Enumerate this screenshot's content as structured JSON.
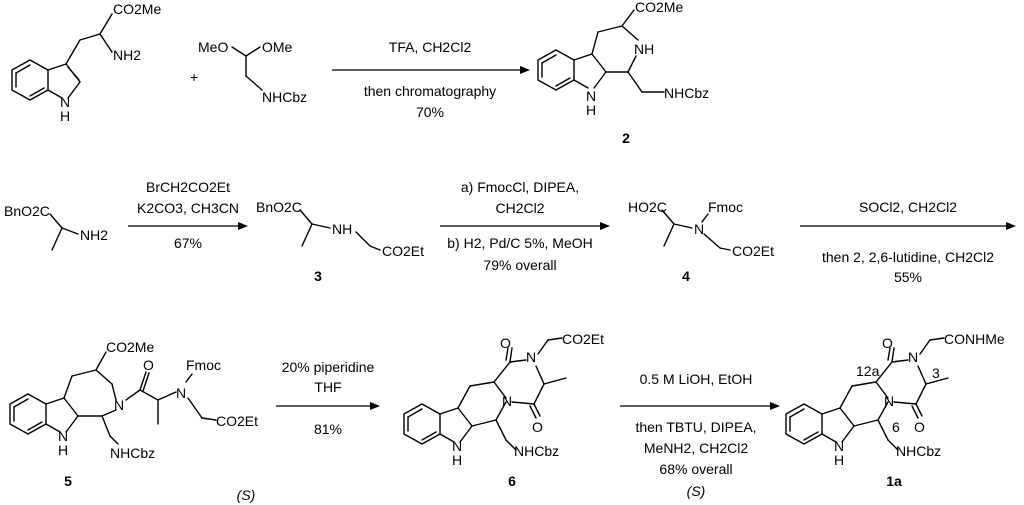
{
  "reagent_lines": {
    "r1a": "TFA, CH2Cl2",
    "r1b": "then chromatography",
    "r1c": "70%",
    "r2a": "BrCH2CO2Et",
    "r2b": "K2CO3, CH3CN",
    "r2c": "67%",
    "r3a": "a) FmocCl, DIPEA,",
    "r3b": "CH2Cl2",
    "r3c": "b) H2, Pd/C 5%, MeOH",
    "r3d": "79% overall",
    "r4a": "SOCl2, CH2Cl2",
    "r4b": "then 2, 2,6-lutidine, CH2Cl2",
    "r4c": "55%",
    "r5a": "20% piperidine",
    "r5b": "THF",
    "r5c": "81%",
    "r6a": "0.5 M LiOH, EtOH",
    "r6b": "then TBTU, DIPEA,",
    "r6c": "MeNH2, CH2Cl2",
    "r6d": "68% overall",
    "r6e": "(S)"
  },
  "compounds": {
    "c2": "2",
    "c3": "3",
    "c4": "4",
    "c5": "5",
    "c6": "6",
    "c1a": "1a",
    "s_label": "(S)"
  },
  "atom_labels": {
    "co2me": "CO2Me",
    "nh2": "NH2",
    "nh": "NH",
    "hn_indole": "N",
    "h": "H",
    "plus": "+",
    "meo": "MeO",
    "ome": "OMe",
    "nhcbz": "NHCbz",
    "bno2c": "BnO2C",
    "co2et": "CO2Et",
    "ho2c": "HO2C",
    "fmoc": "Fmoc",
    "n": "N",
    "o": "O",
    "conhme": "CONHMe",
    "pos12a": "12a",
    "pos3": "3",
    "pos6": "6"
  }
}
